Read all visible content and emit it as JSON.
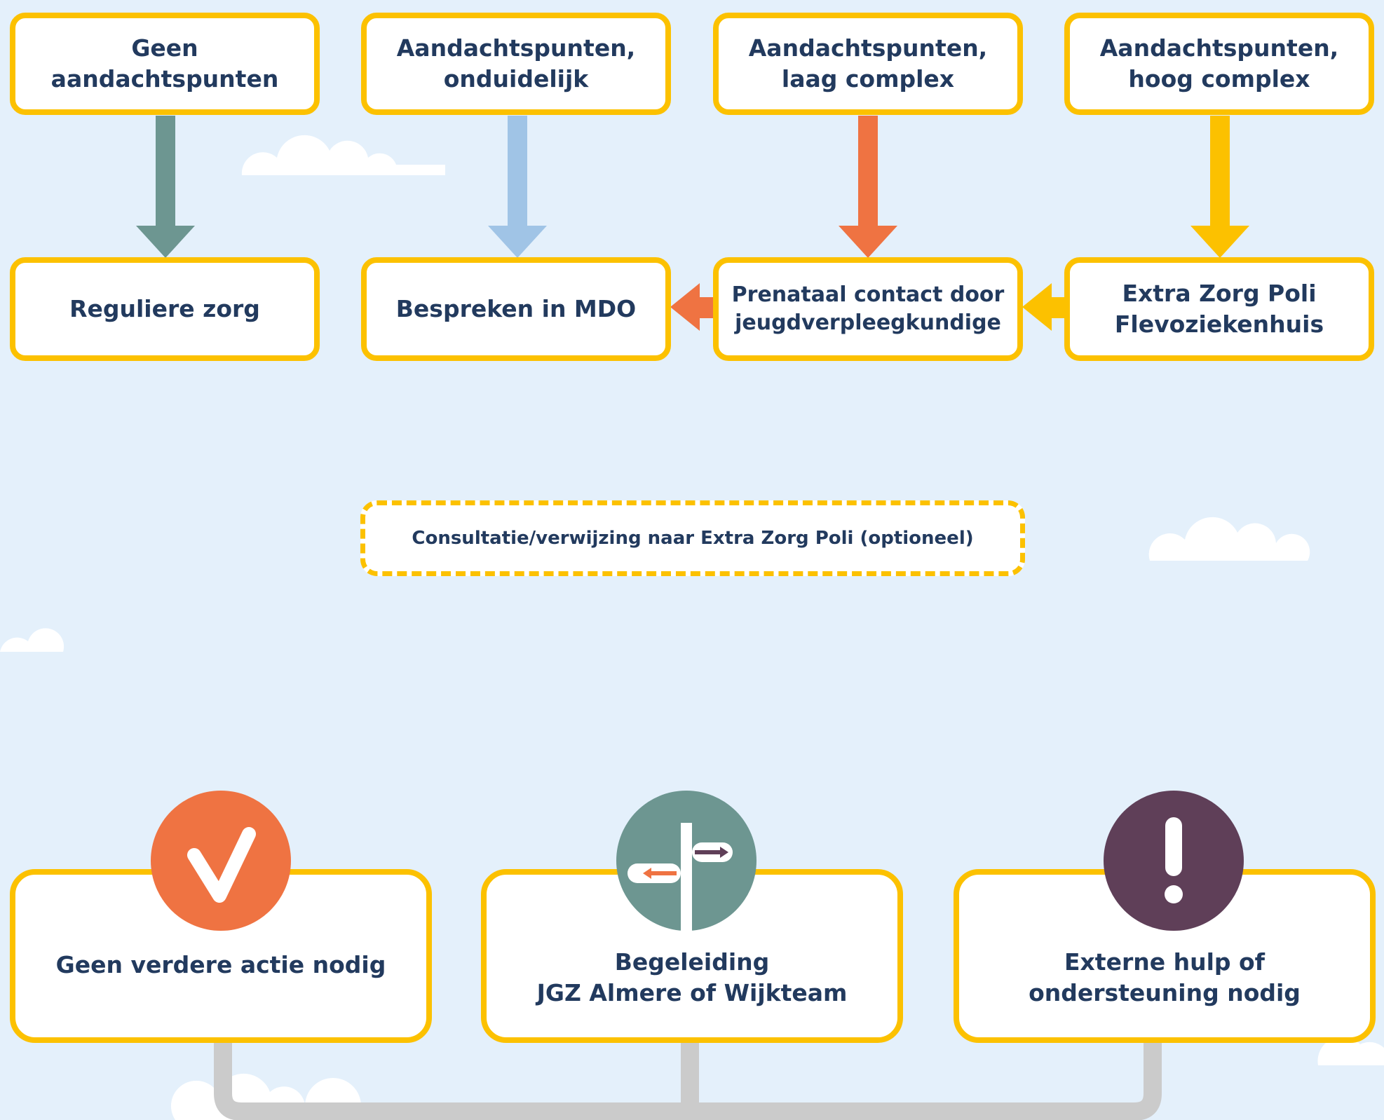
{
  "top_boxes": [
    "Geen\naandachtspunten",
    "Aandachtspunten,\nonduidelijk",
    "Aandachtspunten,\nlaag complex",
    "Aandachtspunten,\nhoog complex"
  ],
  "mid_boxes": [
    "Reguliere zorg",
    "Bespreken in MDO",
    "Prenataal contact door\njeugdverpleegkundige",
    "Extra Zorg Poli\nFlevoziekenhuis"
  ],
  "consult_box": "Consultatie/verwijzing naar Extra Zorg Poli (optioneel)",
  "outcome_boxes": [
    "Geen verdere actie nodig",
    "Begeleiding\nJGZ Almere of Wijkteam",
    "Externe hulp of\nondersteuning nodig"
  ],
  "icons": [
    "check-icon",
    "signpost-icon",
    "exclamation-icon"
  ],
  "colors": {
    "background": "#e4f0fb",
    "box_border": "#fcc100",
    "text": "#223a5e",
    "teal": "#6d9691",
    "light_blue": "#a0c4e6",
    "orange": "#ef7342",
    "yellow": "#fcc100",
    "purple": "#5f3f58",
    "grey": "#cbcbcb"
  }
}
